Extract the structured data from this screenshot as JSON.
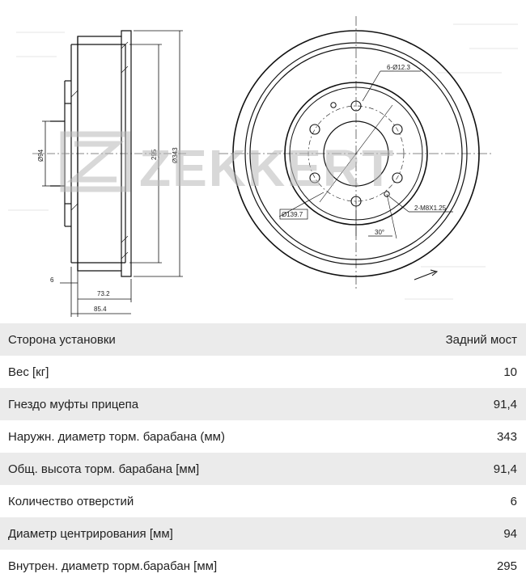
{
  "drawing": {
    "brand_watermark": "ZEKKERT",
    "dimensions": {
      "pcd": "Ø139.7",
      "holes": "6-Ø12.3",
      "thread": "2-M8X1.25",
      "angle": "30°",
      "center_bore": "Ø94",
      "inner_diameter": "295",
      "outer_diameter": "Ø343",
      "flange": "6",
      "depth_inner": "73.2",
      "depth_total": "85.4"
    }
  },
  "specs": [
    {
      "label": "Сторона установки",
      "value": "Задний мост"
    },
    {
      "label": "Вес [кг]",
      "value": "10"
    },
    {
      "label": "Гнездо муфты прицепа",
      "value": "91,4"
    },
    {
      "label": "Наружн. диаметр торм. барабана (мм)",
      "value": "343"
    },
    {
      "label": "Общ. высота торм. барабана [мм]",
      "value": "91,4"
    },
    {
      "label": "Количество отверстий",
      "value": "6"
    },
    {
      "label": "Диаметр центрирования [мм]",
      "value": "94"
    },
    {
      "label": "Внутрен. диаметр торм.барабан [мм]",
      "value": "295"
    }
  ]
}
